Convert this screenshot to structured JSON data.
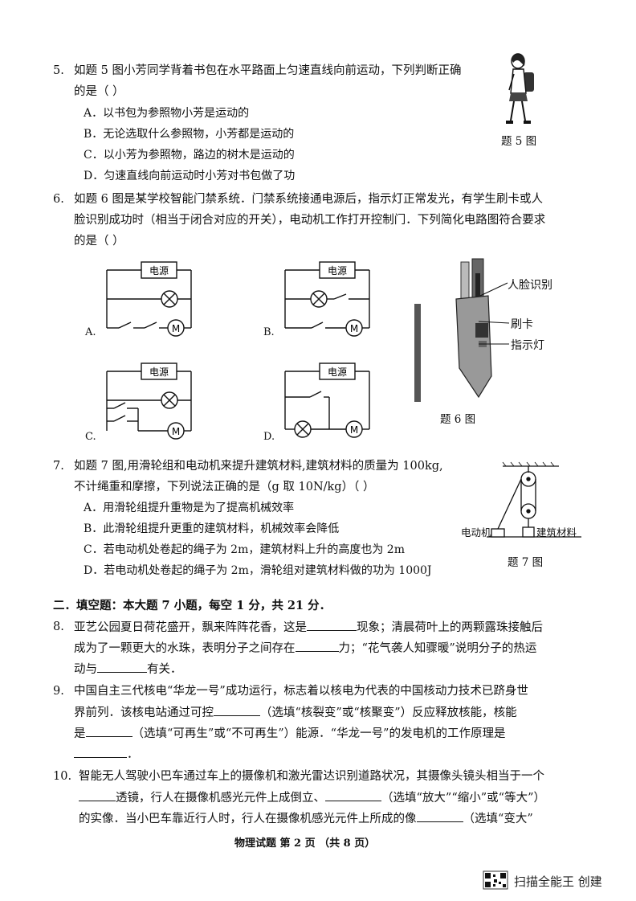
{
  "q5": {
    "number": "5.",
    "line1": "如题 5 图小芳同学背着书包在水平路面上匀速直线向前运动，下列判断正确",
    "line2": "的是（    ）",
    "options": [
      "A．以书包为参照物小芳是运动的",
      "B．无论选取什么参照物，小芳都是运动的",
      "C．以小芳为参照物，路边的树木是运动的",
      "D．匀速直线向前运动时小芳对书包做了功"
    ],
    "figure_caption": "题 5 图"
  },
  "q6": {
    "number": "6.",
    "line1": "如题 6 图是某学校智能门禁系统．门禁系统接通电源后，指示灯正常发光，有学生刷卡或人",
    "line2": "脸识别成功时（相当于闭合对应的开关），电动机工作打开控制门．下列简化电路图符合要求",
    "line3": "的是（    ）",
    "circuit_power_label": "电源",
    "motor_symbol": "M",
    "option_letters": [
      "A.",
      "B.",
      "C.",
      "D."
    ],
    "figure_labels": [
      "人脸识别",
      "刷卡",
      "指示灯"
    ],
    "figure_caption": "题 6 图"
  },
  "q7": {
    "number": "7.",
    "line1": "如题 7 图,用滑轮组和电动机来提升建筑材料,建筑材料的质量为 100kg,",
    "line2": "不计绳重和摩擦，下列说法正确的是（g 取 10N/kg）（      ）",
    "options": [
      "A．用滑轮组提升重物是为了提高机械效率",
      "B．此滑轮组提升更重的建筑材料，机械效率会降低",
      "C．若电动机处卷起的绳子为 2m，建筑材料上升的高度也为 2m",
      "D．若电动机处卷起的绳子为 2m，滑轮组对建筑材料做的功为 1000J"
    ],
    "figure_labels": [
      "电动机",
      "建筑材料"
    ],
    "figure_caption": "题 7 图"
  },
  "section2": {
    "heading": "二．填空题：本大题 7 小题，每空 1 分，共 21 分．"
  },
  "q8": {
    "number": "8.",
    "l1a": "亚艺公园夏日荷花盛开，飘来阵阵花香，这是",
    "l1b": "现象；清晨荷叶上的两颗露珠接触后",
    "l2a": "成为了一颗更大的水珠，表明分子之间存在",
    "l2b": "力；“花气袭人知骤暖”说明分子的热运",
    "l3a": "动与",
    "l3b": "有关．"
  },
  "q9": {
    "number": "9.",
    "l1": "中国自主三代核电“华龙一号”成功运行，标志着以核电为代表的中国核动力技术已跻身世",
    "l2a": "界前列．该核电站通过可控",
    "l2b": "（选填“核裂变”或“核聚变”）反应释放核能，核能",
    "l3a": "是",
    "l3b": "（选填“可再生”或“不可再生”）能源．“华龙一号”的发电机的工作原理是",
    "l4b": "．"
  },
  "q10": {
    "number": "10.",
    "l1": "智能无人驾驶小巴车通过车上的摄像机和激光雷达识别道路状况，其摄像头镜头相当于一个",
    "l2b": "透镜，行人在摄像机感光元件上成倒立、",
    "l2c": "（选填“放大”“缩小”或“等大”）",
    "l3a": "的实像．当小巴车靠近行人时，行人在摄像机感光元件上所成的像",
    "l3b": "（选填“变大”"
  },
  "footer": {
    "text": "物理试题 第 2 页  （共 8 页）"
  },
  "watermark": {
    "text": "扫描全能王  创建"
  }
}
